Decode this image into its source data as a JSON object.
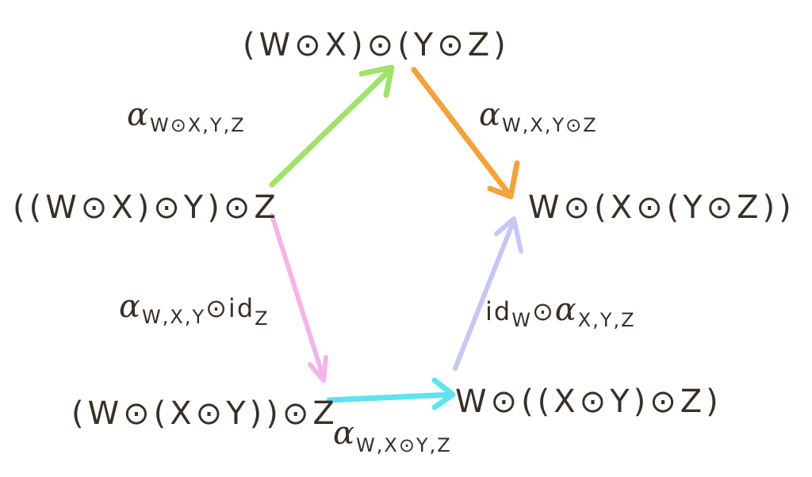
{
  "nodes": {
    "top": "(W⊙X)⊙(Y⊙Z)",
    "left": "((W⊙X)⊙Y)⊙Z",
    "right": "W⊙(X⊙(Y⊙Z))",
    "bottom_left": "(W⊙(X⊙Y))⊙Z",
    "bottom_right": "W⊙((X⊙Y)⊙Z)"
  },
  "labels": {
    "green": {
      "symbol": "α",
      "subscript": "W⊙X,Y,Z"
    },
    "orange": {
      "symbol": "α",
      "subscript": "W,X,Y⊙Z"
    },
    "pink": {
      "symbol": "α",
      "subscript": "W,X,Y",
      "suffix": "⊙id",
      "suffix_subscript": "Z"
    },
    "cyan": {
      "symbol": "α",
      "subscript": "W,X⊙Y,Z"
    },
    "lavender": {
      "prefix": "id",
      "prefix_subscript": "W",
      "operator": "⊙",
      "symbol": "α",
      "subscript": "X,Y,Z"
    }
  },
  "colors": {
    "ink": "#3a2f25",
    "green": "#9fe36a",
    "orange": "#f4a23c",
    "pink": "#f3b4e6",
    "cyan": "#5fe3ee",
    "lavender": "#c5c8f2"
  }
}
